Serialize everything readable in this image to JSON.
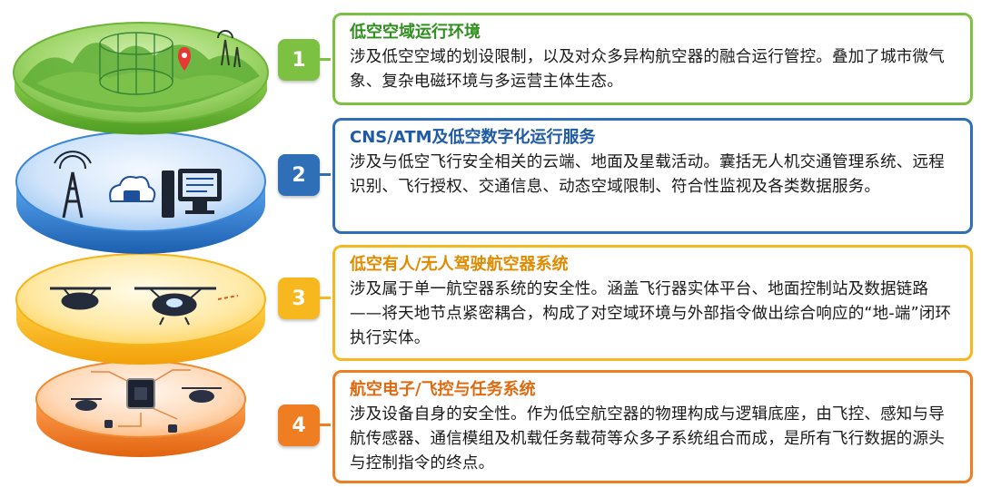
{
  "layers": [
    {
      "number": "1",
      "title": "低空空域运行环境",
      "description": "涉及低空空域的划设限制，以及对众多异构航空器的融合运行管控。叠加了城市微气象、复杂电磁环境与多运营主体生态。",
      "color": "#7cc142",
      "title_color": "#2f8f1f"
    },
    {
      "number": "2",
      "title": "CNS/ATM及低空数字化运行服务",
      "description": "涉及与低空飞行安全相关的云端、地面及星载活动。囊括无人机交通管理系统、远程识别、飞行授权、交通信息、动态空域限制、符合性监视及各类数据服务。",
      "color": "#2e6fb7",
      "title_color": "#1f5aa6"
    },
    {
      "number": "3",
      "title": "低空有人/无人驾驶航空器系统",
      "description": "涉及属于单一航空器系统的安全性。涵盖飞行器实体平台、地面控制站及数据链路——将天地节点紧密耦合，构成了对空域环境与外部指令做出综合响应的“地-端”闭环执行实体。",
      "color": "#f7b81f",
      "title_color": "#e08a00"
    },
    {
      "number": "4",
      "title": "航空电子/飞控与任务系统",
      "description": "涉及设备自身的安全性。作为低空航空器的物理构成与逻辑底座，由飞控、感知与导航传感器、通信模组及机载任务载荷等众多子系统组合而成，是所有飞行数据的源头与控制指令的终点。",
      "color": "#ef7d22",
      "title_color": "#e06a10"
    }
  ]
}
